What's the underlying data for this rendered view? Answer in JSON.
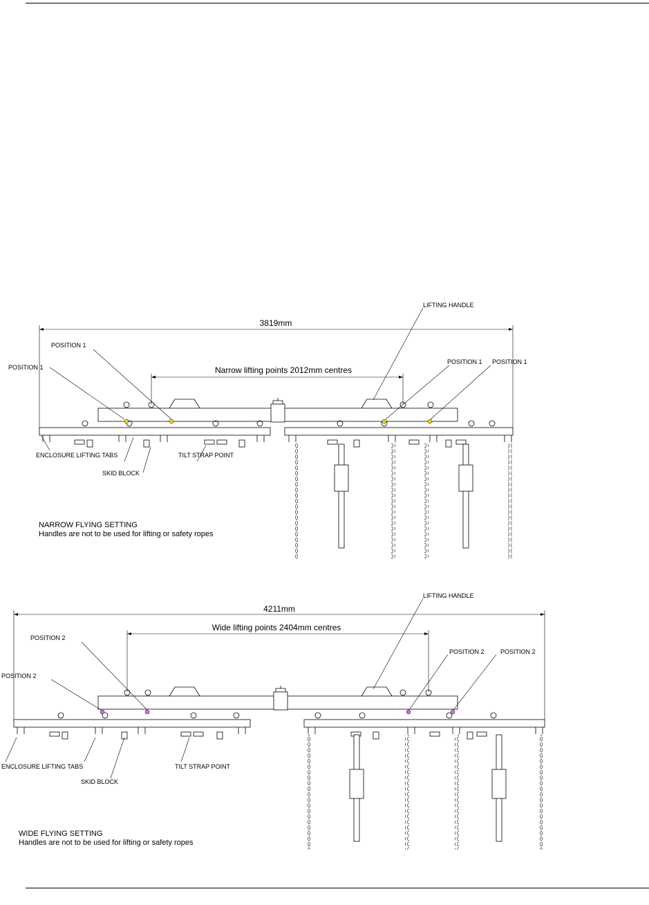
{
  "narrow": {
    "overall_dim": "3819mm",
    "lifting_points": "Narrow lifting points 2012mm centres",
    "lifting_handle": "LIFTING HANDLE",
    "position_left_outer": "POSITION 1",
    "position_left_inner": "POSITION 1",
    "position_right_inner": "POSITION 1",
    "position_right_outer": "POSITION 1",
    "enclosure_tabs": "ENCLOSURE LIFTING TABS",
    "skid_block": "SKID BLOCK",
    "tilt_strap": "TILT STRAP POINT",
    "caption_title": "NARROW FLYING SETTING",
    "caption_note": "Handles are not to be used for lifting or safety ropes",
    "marker_color": "#f2d21b"
  },
  "wide": {
    "overall_dim": "4211mm",
    "lifting_points": "Wide lifting points 2404mm centres",
    "lifting_handle": "LIFTING HANDLE",
    "position_left_outer": "POSITION 2",
    "position_left_inner": "POSITION 2",
    "position_right_inner": "POSITION 2",
    "position_right_outer": "POSITION 2",
    "enclosure_tabs": "ENCLOSURE LIFTING TABS",
    "skid_block": "SKID BLOCK",
    "tilt_strap": "TILT STRAP POINT",
    "caption_title": "WIDE FLYING SETTING",
    "caption_note": "Handles are not to be used for lifting or safety ropes",
    "marker_color": "#c77ad8"
  }
}
